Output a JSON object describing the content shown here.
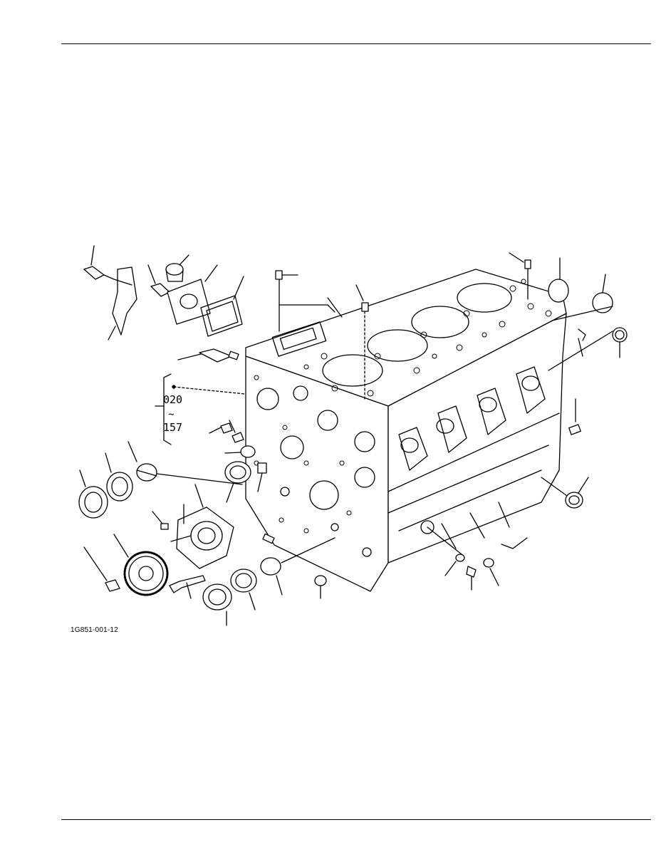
{
  "figure": {
    "id_label": "1G851-001-12",
    "range_note": {
      "start": "020",
      "separator": "~",
      "end": "157"
    }
  }
}
